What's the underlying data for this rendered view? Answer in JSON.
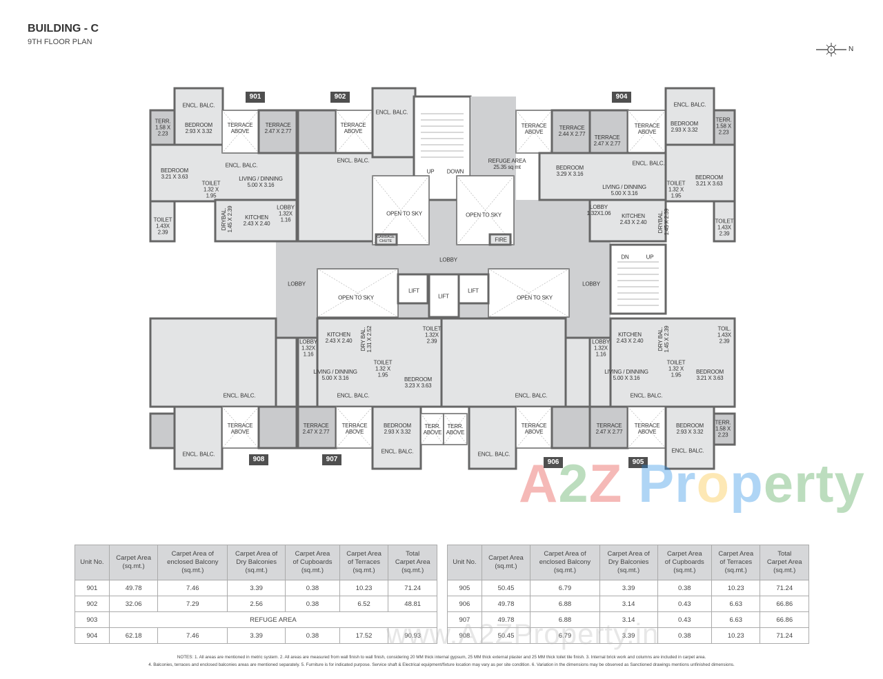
{
  "header": {
    "title": "BUILDING - C",
    "subtitle": "9TH FLOOR PLAN",
    "compass_label": "N",
    "compass_icon": "compass-rose-icon"
  },
  "colors": {
    "wall": "#666666",
    "floor": "#e3e4e5",
    "terrace": "#c9cacc",
    "lobby": "#cfd0d2",
    "badge": "#4f4f4f"
  },
  "plan": {
    "units": [
      "901",
      "902",
      "904",
      "908",
      "907",
      "906",
      "905"
    ],
    "labels": [
      "ENCL. BALC.",
      "BEDROOM\n2.93 X 3.32",
      "TERR.\n1.58 X\n2.23",
      "TERRACE\nABOVE",
      "TERRACE\n2.47 X 2.77",
      "BEDROOM\n3.21 X 3.63",
      "ENCL. BALC.",
      "LIVING / DINNING\n5.00 X 3.16",
      "TOILET\n1.32 X\n1.95",
      "TOILET\n1.43X\n2.39",
      "DRYBAL.\n1.45 X 2.39",
      "KITCHEN\n2.43 X 2.40",
      "LOBBY\n1.32X\n1.16",
      "TERRACE\nABOVE",
      "ENCL. BALC.",
      "ENCL. BALC.",
      "UP",
      "DOWN",
      "REFUGE AREA\n25.35 sq mt",
      "OPEN TO SKY",
      "OPEN TO SKY",
      "GARBAGE\nCHUTE",
      "FIRE",
      "TERRACE\nABOVE",
      "TERRACE\n2.44 X 2.77",
      "TERRACE\n2.47 X 2.77",
      "TERRACE\nABOVE",
      "ENCL. BALC.",
      "BEDROOM\n2.93 X 3.32",
      "TERR.\n1.58 X\n2.23",
      "BEDROOM\n3.29 X 3.16",
      "ENCL. BALC.",
      "LIVING / DINNING\n5.00 X 3.16",
      "TOILET\n1.32 X\n1.95",
      "BEDROOM\n3.21 X 3.63",
      "LOBBY\n1.32X1.06",
      "KITCHEN\n2.43 X 2.40",
      "DRYBAL.\n1.45 X 2.39",
      "TOILET\n1.43X\n2.39",
      "LOBBY",
      "LOBBY",
      "LOBBY",
      "DN",
      "UP",
      "OPEN TO SKY",
      "LIFT",
      "LIFT",
      "LIFT",
      "OPEN TO SKY",
      "KITCHEN\n2.43 X 2.40",
      "DRY BAL.\n1.31 X 2.52",
      "LOBBY\n1.32X\n1.16",
      "TOILET\n1.32X\n2.39",
      "LIVING / DINNING\n5.00 X 3.16",
      "TOILET\n1.32 X\n1.95",
      "BEDROOM\n3.23 X 3.63",
      "ENCL. BALC.",
      "ENCL. BALC.",
      "TERRACE\nABOVE",
      "ENCL. BALC.",
      "TERRACE\n2.47 X 2.77",
      "TERRACE\nABOVE",
      "BEDROOM\n2.93 X 3.32",
      "ENCL. BALC.",
      "TERR.\nABOVE",
      "TERR.\nABOVE",
      "ENCL. BALC.",
      "TERRACE\nABOVE",
      "ENCL. BALC.",
      "LOBBY\n1.32X\n1.16",
      "KITCHEN\n2.43 X 2.40",
      "DRY BAL.\n1.45 X 2.39",
      "TOIL.\n1.43X\n2.39",
      "LIVING / DINNING\n5.00 X 3.16",
      "TOILET\n1.32 X\n1.95",
      "BEDROOM\n3.21 X 3.63",
      "ENCL. BALC.",
      "TERRACE\n2.47 X 2.77",
      "TERRACE\nABOVE",
      "BEDROOM\n2.93 X 3.32",
      "ENCL. BALC.",
      "TERR.\n1.58 X\n2.23"
    ]
  },
  "watermark": {
    "logo": "A2Z Property",
    "url": "www.A2ZProperty.in"
  },
  "tables": {
    "headers": [
      "Unit No.",
      "Carpet Area\n(sq.mt.)",
      "Carpet Area of\nenclosed Balcony\n(sq.mt.)",
      "Carpet Area of\nDry Balconies\n(sq.mt.)",
      "Carpet Area\nof Cupboards\n(sq.mt.)",
      "Carpet Area\nof Terraces\n(sq.mt.)",
      "Total\nCarpet Area\n(sq.mt.)"
    ],
    "left": [
      [
        "901",
        "49.78",
        "7.46",
        "3.39",
        "0.38",
        "10.23",
        "71.24"
      ],
      [
        "902",
        "32.06",
        "7.29",
        "2.56",
        "0.38",
        "6.52",
        "48.81"
      ],
      [
        "903",
        "REFUGE AREA"
      ],
      [
        "904",
        "62.18",
        "7.46",
        "3.39",
        "0.38",
        "17.52",
        "90.93"
      ]
    ],
    "right": [
      [
        "905",
        "50.45",
        "6.79",
        "3.39",
        "0.38",
        "10.23",
        "71.24"
      ],
      [
        "906",
        "49.78",
        "6.88",
        "3.14",
        "0.43",
        "6.63",
        "66.86"
      ],
      [
        "907",
        "49.78",
        "6.88",
        "3.14",
        "0.43",
        "6.63",
        "66.86"
      ],
      [
        "908",
        "50.45",
        "6.79",
        "3.39",
        "0.38",
        "10.23",
        "71.24"
      ]
    ]
  },
  "notes": [
    "NOTES: 1. All areas are mentioned in metric system.   2. All areas are measured from wall finish to wall finish, considering 20 MM thick internal gypsum, 25 MM thick external plaster and 25 MM thick toilet tile finish.   3. Internal brick work and columns are included in carpet area.",
    "4. Balconies, terraces and enclosed balconies areas are mentioned separately.   5. Furniture is for indicated purpose. Service shaft & Electrical equipment/fixture location may vary as per site condition.   6. Variation in the dimensions may be observed as Sanctioned drawings mentions unfinished dimensions."
  ]
}
